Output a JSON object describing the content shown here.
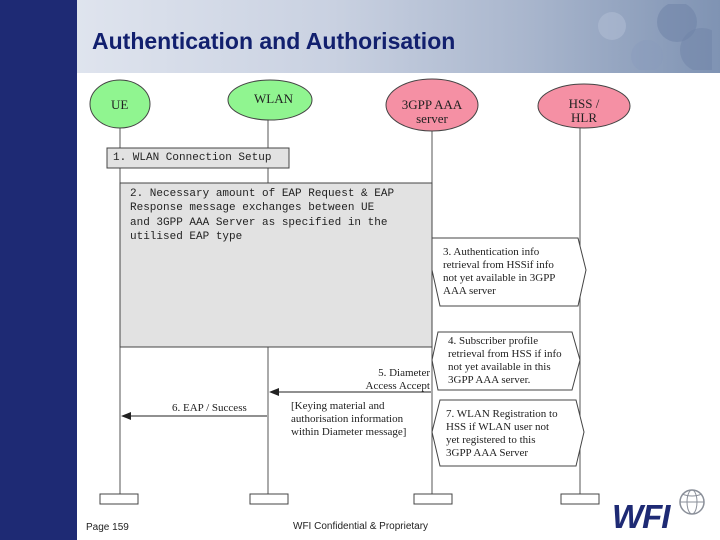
{
  "header": {
    "title": "Authentication and Authorisation"
  },
  "entities": {
    "ue": "UE",
    "wlan": "WLAN",
    "aaa_line1": "3GPP AAA",
    "aaa_line2": "server",
    "hss_line1": "HSS /",
    "hss_line2": "HLR"
  },
  "steps": {
    "step1": "1. WLAN Connection Setup",
    "step2_lines": [
      "2. Necessary amount of EAP Request & EAP",
      "Response message exchanges between UE",
      "and 3GPP AAA Server as specified in the",
      "utilised EAP type"
    ],
    "step3_lines": [
      "3. Authentication info",
      "retrieval from HSSif info",
      "not yet available in 3GPP",
      "AAA server"
    ],
    "step4_lines": [
      "4. Subscriber profile",
      "retrieval from HSS if info",
      "not yet available in this",
      "3GPP AAA server."
    ],
    "step5_lines": [
      "5. Diameter",
      "Access Accept"
    ],
    "step5_note_lines": [
      "[Keying material and",
      "authorisation information",
      "within Diameter message]"
    ],
    "step6": "6. EAP / Success",
    "step7_lines": [
      "7. WLAN Registration to",
      "HSS if WLAN user not",
      "yet registered to this",
      "3GPP AAA Server"
    ]
  },
  "footer": {
    "page": "Page 159",
    "confidential": "WFI Confidential & Proprietary",
    "logo": "WFI"
  },
  "colors": {
    "sidebar": "#1e2a74",
    "title": "#12206e",
    "entity_green": "#90f590",
    "entity_pink": "#f590a4",
    "box_fill": "#e2e2e2"
  }
}
